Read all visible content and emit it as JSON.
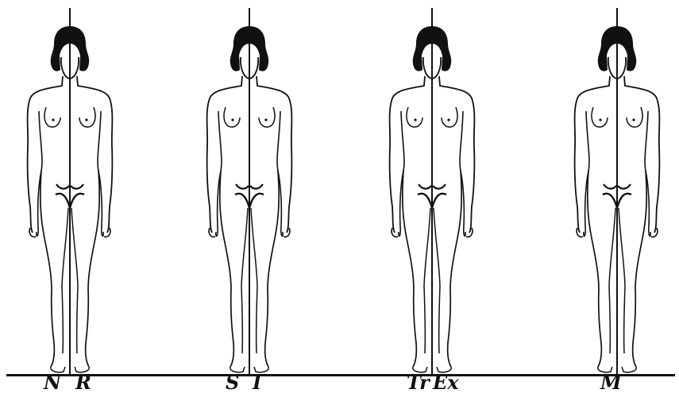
{
  "figures": [
    {
      "left_label": "N",
      "right_label": "R"
    },
    {
      "left_label": "S",
      "right_label": "I"
    },
    {
      "left_label": "Tr",
      "right_label": "Ex"
    },
    {
      "left_label": "M",
      "right_label": ""
    }
  ],
  "colors": {
    "ink": "#111111",
    "background": "#ffffff"
  }
}
